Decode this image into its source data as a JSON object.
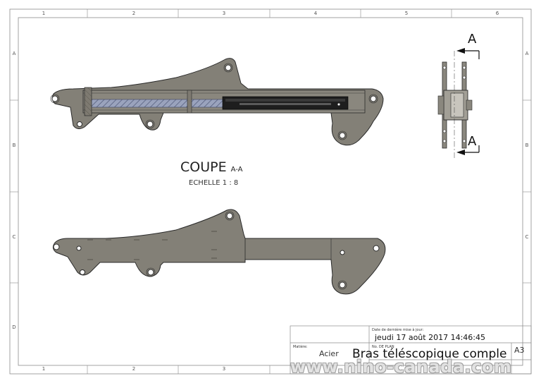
{
  "zones": {
    "columns": [
      "1",
      "2",
      "3",
      "4",
      "5",
      "6"
    ],
    "rows": [
      "A",
      "B",
      "C",
      "D"
    ]
  },
  "section_view": {
    "title": "COUPE",
    "suffix": "A-A",
    "scale": "ECHELLE 1 : 8"
  },
  "section_marks": {
    "top": "A",
    "bottom": "A"
  },
  "title_block": {
    "date_label": "Date de dernière mise à jour:",
    "date_value": "jeudi 17 août 2017 14:46:45",
    "material_label": "Matière:",
    "material_value": "Acier",
    "plan_label": "No. DE PLAN",
    "part_name": "Bras téléscopique comple",
    "corner_letter": "A3"
  },
  "watermark": "www.nino-canada.com",
  "colors": {
    "part_fill": "#838077",
    "part_stroke": "#2a2a2a",
    "slider_dark": "#1e1e1e",
    "hatch_blue": "#7b86a8",
    "frame": "#8c8c8c"
  }
}
